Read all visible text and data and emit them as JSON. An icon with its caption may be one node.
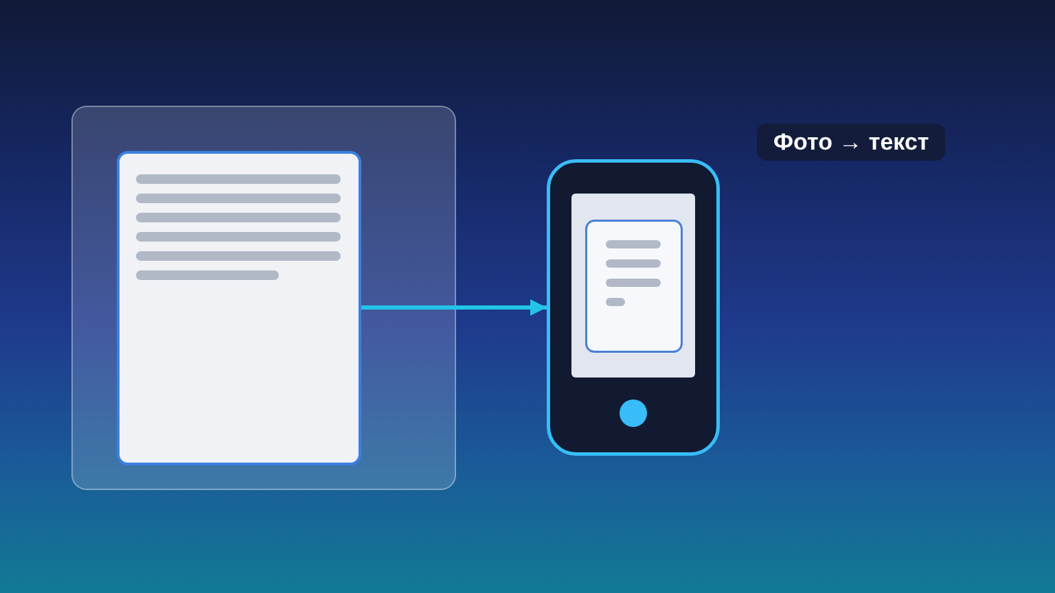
{
  "diagram": {
    "nodes": [
      {
        "text": [],
        "shape": "box"
      },
      {
        "text": [],
        "shape": "picture",
        "in": 0
      },
      {
        "text": [],
        "shape": "picture"
      },
      {
        "text": [
          "Фото → текст"
        ]
      }
    ],
    "edges": [
      {
        "from": 1,
        "to": 2,
        "arrow": "to"
      }
    ]
  }
}
